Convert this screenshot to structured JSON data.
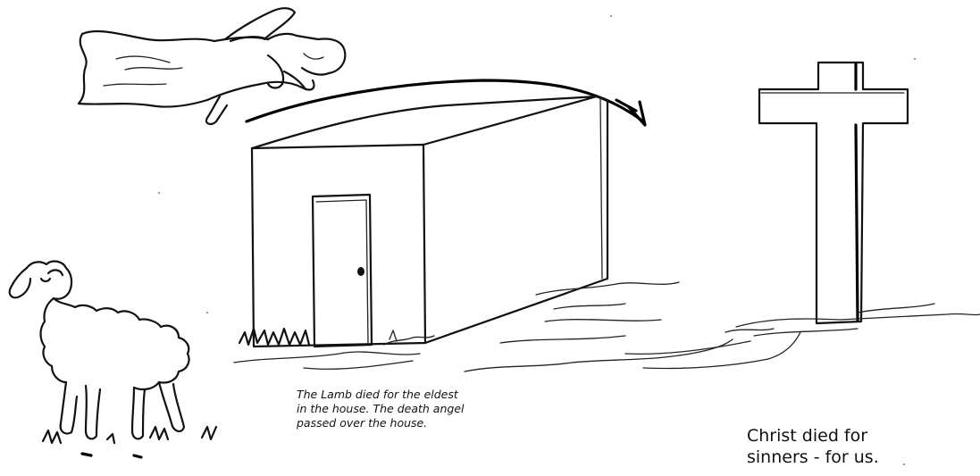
{
  "caption": {
    "lines": [
      "The Lamb died for the eldest",
      "in the house. The death angel",
      "passed over the house."
    ]
  },
  "statement": {
    "lines": [
      "Christ died for",
      "sinners - for us."
    ]
  }
}
